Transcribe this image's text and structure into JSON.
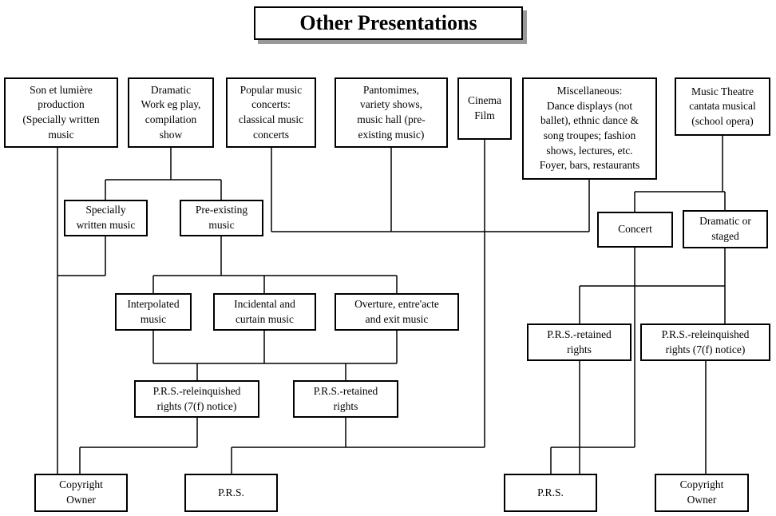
{
  "title": "Other Presentations",
  "boxes": {
    "son_et_lumiere": {
      "text": "Son et lumière\nproduction\n(Specially written\nmusic"
    },
    "dramatic_work": {
      "text": "Dramatic\nWork eg play,\ncompilation\nshow"
    },
    "popular_concerts": {
      "text": "Popular music\nconcerts:\nclassical music\nconcerts"
    },
    "pantomimes": {
      "text": "Pantomimes,\nvariety shows,\nmusic hall (pre-\nexisting music)"
    },
    "cinema_film": {
      "text": "Cinema\nFilm"
    },
    "miscellaneous": {
      "text": "Miscellaneous:\nDance displays (not\nballet), ethnic dance &\nsong troupes; fashion\nshows, lectures, etc.\nFoyer, bars, restaurants"
    },
    "music_theatre": {
      "text": "Music Theatre\ncantata musical\n(school opera)"
    },
    "specially_written": {
      "text": "Specially\nwritten music"
    },
    "pre_existing": {
      "text": "Pre-existing\nmusic"
    },
    "concert": {
      "text": "Concert"
    },
    "dramatic_staged": {
      "text": "Dramatic or\nstaged"
    },
    "interpolated": {
      "text": "Interpolated\nmusic"
    },
    "incidental": {
      "text": "Incidental and\ncurtain music"
    },
    "overture": {
      "text": "Overture, entre'acte\nand exit music"
    },
    "prs_retained_right": {
      "text": "P.R.S.-retained\nrights"
    },
    "prs_relinquished_right": {
      "text": "P.R.S.-releinquished\nrights (7(f) notice)"
    },
    "prs_relinquished_left": {
      "text": "P.R.S.-releinquished\nrights (7(f) notice)"
    },
    "prs_retained_left": {
      "text": "P.R.S.-retained\nrights"
    },
    "copyright_owner_left": {
      "text": "Copyright\nOwner"
    },
    "prs_left": {
      "text": "P.R.S."
    },
    "prs_right": {
      "text": "P.R.S."
    },
    "copyright_owner_right": {
      "text": "Copyright\nOwner"
    }
  },
  "colors": {
    "line": "#000000",
    "box_border": "#000000",
    "background": "#ffffff",
    "title_shadow": "#999999"
  },
  "connections": [
    {
      "from": "son_et_lumiere",
      "to": "copyright_owner_left"
    },
    {
      "from": "dramatic_work",
      "to": "specially_written"
    },
    {
      "from": "dramatic_work",
      "to": "pre_existing"
    },
    {
      "from": "specially_written",
      "to": "copyright_owner_left"
    },
    {
      "from": "pre_existing",
      "to": "interpolated"
    },
    {
      "from": "pre_existing",
      "to": "incidental"
    },
    {
      "from": "pre_existing",
      "to": "overture"
    },
    {
      "from": "interpolated",
      "to": "prs_relinquished_left"
    },
    {
      "from": "interpolated",
      "to": "prs_retained_left"
    },
    {
      "from": "incidental",
      "to": "prs_relinquished_left"
    },
    {
      "from": "incidental",
      "to": "prs_retained_left"
    },
    {
      "from": "overture",
      "to": "prs_relinquished_left"
    },
    {
      "from": "overture",
      "to": "prs_retained_left"
    },
    {
      "from": "prs_relinquished_left",
      "to": "copyright_owner_left"
    },
    {
      "from": "prs_retained_left",
      "to": "prs_left"
    },
    {
      "from": "popular_concerts",
      "to": "prs_left"
    },
    {
      "from": "pantomimes",
      "to": "prs_left"
    },
    {
      "from": "cinema_film",
      "to": "prs_left"
    },
    {
      "from": "miscellaneous",
      "to": "prs_left"
    },
    {
      "from": "music_theatre",
      "to": "concert"
    },
    {
      "from": "music_theatre",
      "to": "dramatic_staged"
    },
    {
      "from": "concert",
      "to": "prs_right"
    },
    {
      "from": "dramatic_staged",
      "to": "prs_retained_right"
    },
    {
      "from": "dramatic_staged",
      "to": "prs_relinquished_right"
    },
    {
      "from": "prs_retained_right",
      "to": "prs_right"
    },
    {
      "from": "prs_relinquished_right",
      "to": "copyright_owner_right"
    }
  ]
}
